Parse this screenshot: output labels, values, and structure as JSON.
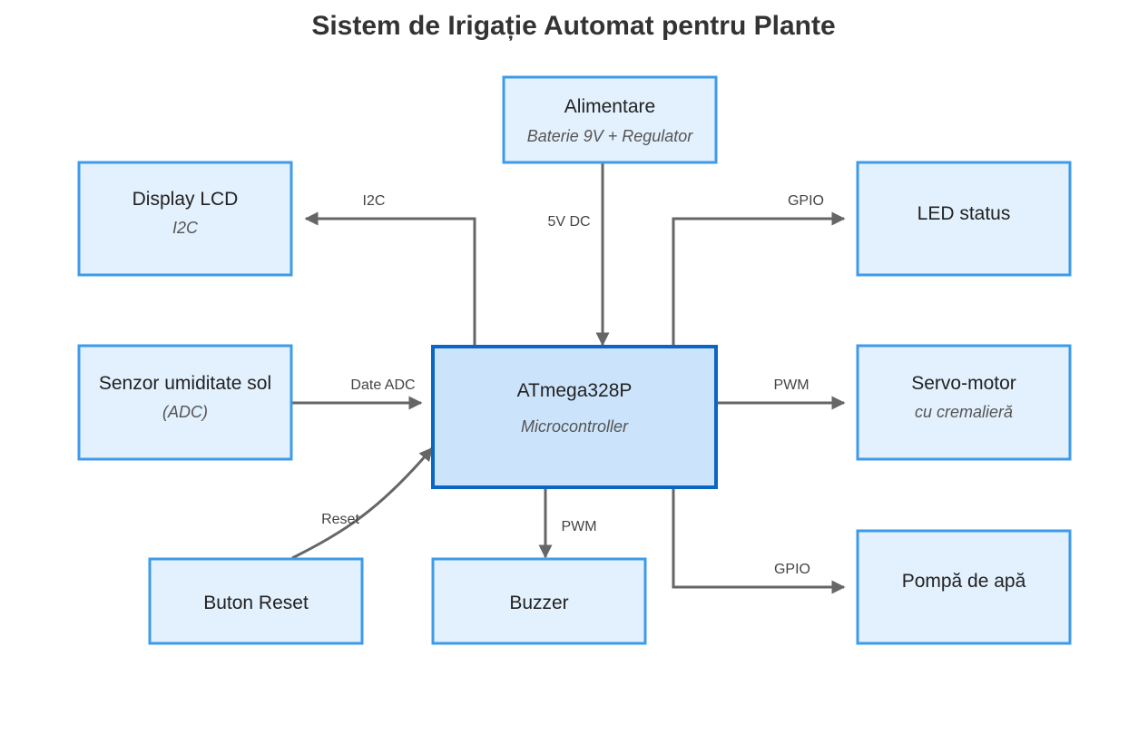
{
  "title": "Sistem de Irigație Automat pentru Plante",
  "nodes": {
    "alimentare": {
      "label": "Alimentare",
      "sub": "Baterie 9V + Regulator"
    },
    "display": {
      "label": "Display LCD",
      "sub": "I2C"
    },
    "led": {
      "label": "LED status",
      "sub": ""
    },
    "senzor": {
      "label": "Senzor umiditate sol",
      "sub": "(ADC)"
    },
    "mcu": {
      "label": "ATmega328P",
      "sub": "Microcontroller"
    },
    "servo": {
      "label": "Servo-motor",
      "sub": "cu cremalieră"
    },
    "buton": {
      "label": "Buton Reset",
      "sub": ""
    },
    "buzzer": {
      "label": "Buzzer",
      "sub": ""
    },
    "pompa": {
      "label": "Pompă de apă",
      "sub": ""
    }
  },
  "edges": {
    "power": "5V DC",
    "display": "I2C",
    "led": "GPIO",
    "senzor": "Date ADC",
    "servo": "PWM",
    "reset": "Reset",
    "buzzer": "PWM",
    "pompa": "GPIO"
  },
  "colors": {
    "node_fill": "#e3f0fd",
    "node_border": "#3d9be9",
    "main_fill": "#cce4fb",
    "main_border": "#0a66c2",
    "edge": "#666666"
  }
}
